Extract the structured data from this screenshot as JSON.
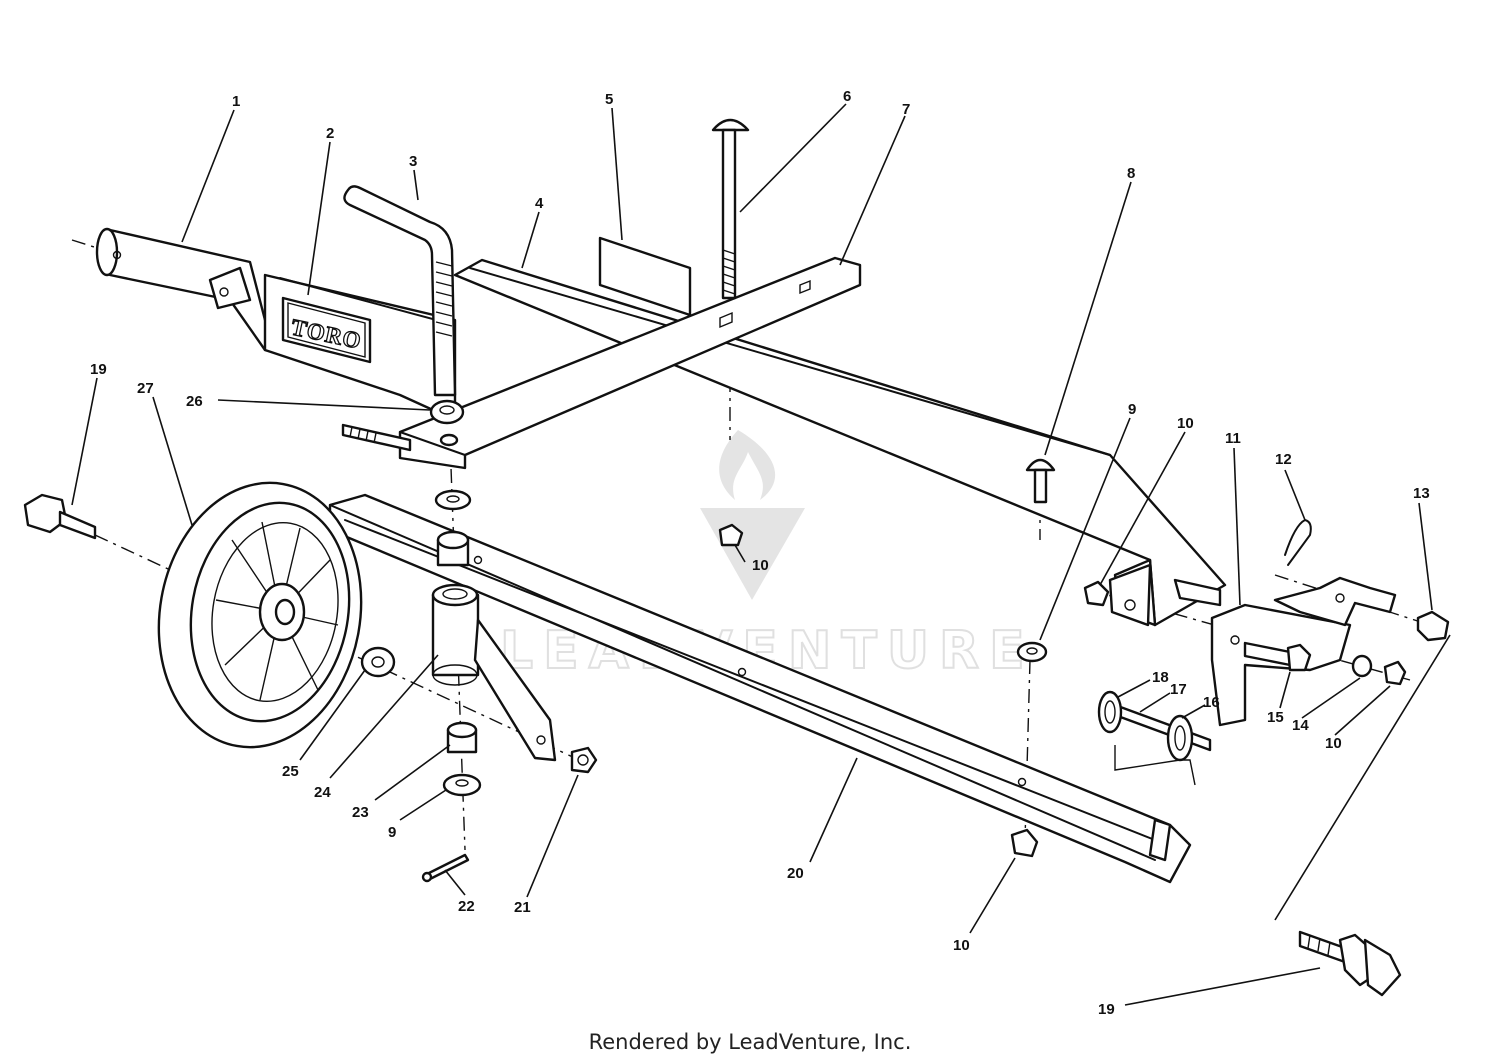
{
  "watermark": {
    "text": "LEADVENTURE"
  },
  "footer": {
    "text": "Rendered by LeadVenture, Inc."
  },
  "logo": {
    "text": "TORO"
  },
  "callouts": [
    {
      "id": "c1",
      "label": "1"
    },
    {
      "id": "c2",
      "label": "2"
    },
    {
      "id": "c3",
      "label": "3"
    },
    {
      "id": "c4",
      "label": "4"
    },
    {
      "id": "c5",
      "label": "5"
    },
    {
      "id": "c6",
      "label": "6"
    },
    {
      "id": "c7",
      "label": "7"
    },
    {
      "id": "c8",
      "label": "8"
    },
    {
      "id": "c9a",
      "label": "9"
    },
    {
      "id": "c10a",
      "label": "10"
    },
    {
      "id": "c10b",
      "label": "10"
    },
    {
      "id": "c11",
      "label": "11"
    },
    {
      "id": "c12",
      "label": "12"
    },
    {
      "id": "c13",
      "label": "13"
    },
    {
      "id": "c14",
      "label": "14"
    },
    {
      "id": "c15",
      "label": "15"
    },
    {
      "id": "c10c",
      "label": "10"
    },
    {
      "id": "c16",
      "label": "16"
    },
    {
      "id": "c17",
      "label": "17"
    },
    {
      "id": "c18",
      "label": "18"
    },
    {
      "id": "c19a",
      "label": "19"
    },
    {
      "id": "c27",
      "label": "27"
    },
    {
      "id": "c26",
      "label": "26"
    },
    {
      "id": "c25",
      "label": "25"
    },
    {
      "id": "c24",
      "label": "24"
    },
    {
      "id": "c23",
      "label": "23"
    },
    {
      "id": "c9b",
      "label": "9"
    },
    {
      "id": "c22",
      "label": "22"
    },
    {
      "id": "c21",
      "label": "21"
    },
    {
      "id": "c20",
      "label": "20"
    },
    {
      "id": "c10d",
      "label": "10"
    },
    {
      "id": "c19b",
      "label": "19"
    }
  ]
}
